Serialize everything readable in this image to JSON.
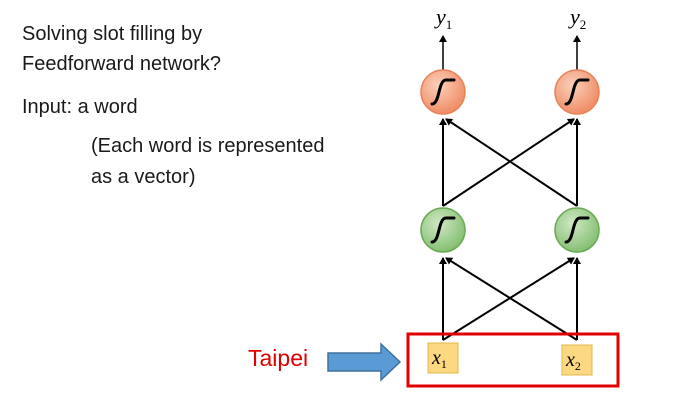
{
  "text": {
    "title_line1": "Solving slot filling by",
    "title_line2": "Feedforward network?",
    "input_label": "Input: a word",
    "note_line1": "(Each word is represented",
    "note_line2": "as a vector)",
    "input_word": "Taipei"
  },
  "network": {
    "outputs": [
      {
        "var": "y",
        "sub": "1"
      },
      {
        "var": "y",
        "sub": "2"
      }
    ],
    "inputs": [
      {
        "var": "x",
        "sub": "1"
      },
      {
        "var": "x",
        "sub": "2"
      }
    ],
    "neuron_icons": [
      "sigmoid-icon",
      "sigmoid-icon",
      "sigmoid-icon",
      "sigmoid-icon"
    ]
  },
  "colors": {
    "output_neuron": "#f4a582",
    "hidden_neuron": "#9fce8f",
    "input_box": "#fdd882",
    "highlight_border": "#e00000",
    "arrow_fill": "#5b9bd5",
    "taipei_text": "#e00000"
  }
}
